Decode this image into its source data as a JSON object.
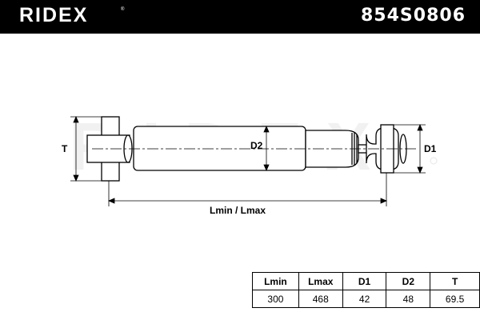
{
  "header": {
    "brand": "RIDEX",
    "brand_mark": "®",
    "part_number": "854S0806",
    "background": "#000000",
    "text_color": "#ffffff"
  },
  "diagram": {
    "watermark": "RIDEX",
    "labels": {
      "t": "T",
      "d1": "D1",
      "d2": "D2",
      "length": "Lmin / Lmax"
    }
  },
  "specs": {
    "headers": [
      "Lmin",
      "Lmax",
      "D1",
      "D2",
      "T"
    ],
    "values": [
      "300",
      "468",
      "42",
      "48",
      "69.5"
    ]
  }
}
